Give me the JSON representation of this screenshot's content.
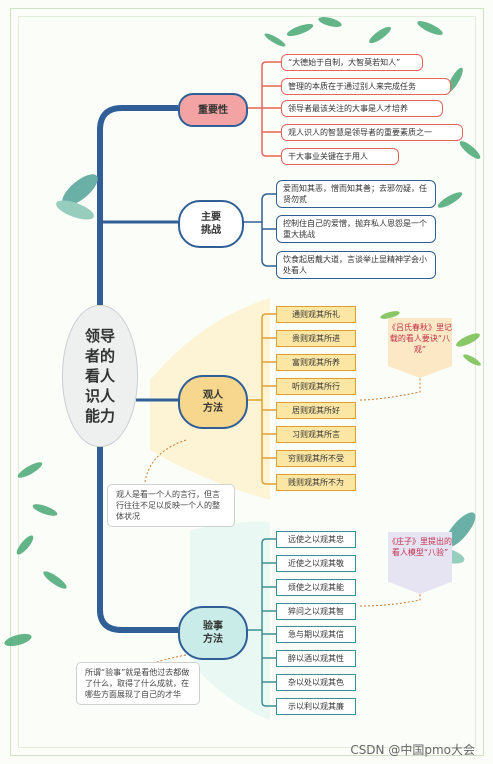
{
  "root": {
    "title": "领导者的看人识人能力"
  },
  "branches": {
    "importance": {
      "label": "重要性",
      "items": [
        "“大德始于自制，大智莫若知人”",
        "管理的本质在于通过别人来完成任务",
        "领导者最该关注的大事是人才培养",
        "观人识人的智慧是领导者的重要素质之一",
        "干大事业关键在于用人"
      ]
    },
    "challenge": {
      "label": "主要挑战",
      "items": [
        "爱而知其恶，憎而知其善；去邪勿疑，任贤勿贰",
        "控制住自己的爱憎，抛弃私人恩怨是一个重大挑战",
        "饮食起居戴大道，言谈举止显精神学会小处看人"
      ]
    },
    "observe": {
      "label": "观人方法",
      "items": [
        "通则观其所礼",
        "贵则观其所进",
        "富则观其所养",
        "听则观其所行",
        "居则观其所好",
        "习则观其所言",
        "穷则观其所不受",
        "贱则观其所不为"
      ],
      "tag": "《吕氏春秋》里记载的看人要诀“八观”",
      "note": "观人是看一个人的言行，但言行往往不足以反映一个人的整体状况"
    },
    "verify": {
      "label": "验事方法",
      "items": [
        "远使之以观其忠",
        "近使之以观其敬",
        "烦使之以观其能",
        "猝问之以观其智",
        "急与期以观其信",
        "醉以酒以观其性",
        "杂以处以观其色",
        "示以利以观其廉"
      ],
      "tag": "《庄子》里提出的看人模型“八验”",
      "note": "所谓“验事”就是看他过去都做了什么，取得了什么成就，在哪些方面展现了自己的才华"
    }
  },
  "watermark": "CSDN @中国pmo大会",
  "colors": {
    "spine": "#2f5f96",
    "importance": "#f3a3a3",
    "challenge": "#ffffff",
    "observe": "#f7d78e",
    "verify": "#c9ece8"
  }
}
